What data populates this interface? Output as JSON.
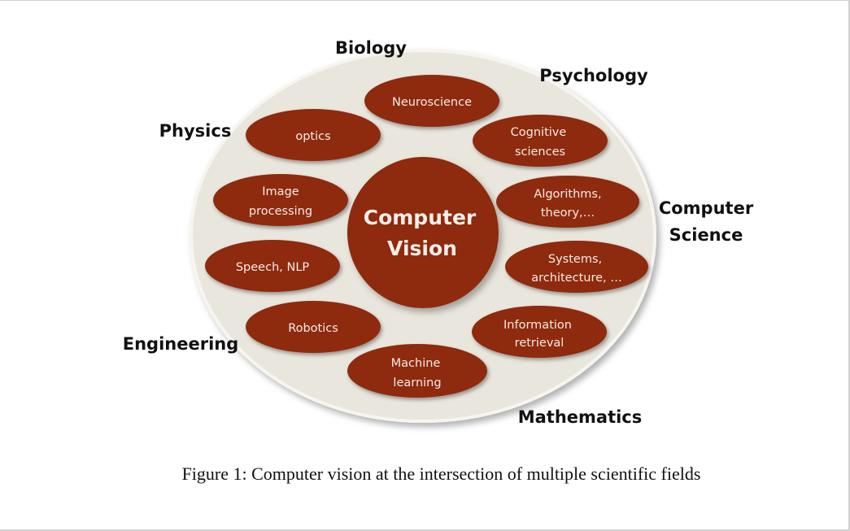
{
  "diagram": {
    "center": {
      "line1": "Computer",
      "line2": "Vision"
    },
    "fields": {
      "biology": "Biology",
      "psychology": "Psychology",
      "physics": "Physics",
      "computer_science_line1": "Computer",
      "computer_science_line2": "Science",
      "engineering": "Engineering",
      "mathematics": "Mathematics"
    },
    "bubbles": {
      "neuroscience": {
        "line1": "Neuroscience"
      },
      "optics": {
        "line1": "optics"
      },
      "cognitive": {
        "line1": "Cognitive",
        "line2": "sciences"
      },
      "image_processing": {
        "line1": "Image",
        "line2": "processing"
      },
      "algorithms": {
        "line1": "Algorithms,",
        "line2": "theory,…"
      },
      "speech": {
        "line1": "Speech, NLP"
      },
      "systems": {
        "line1": "Systems,",
        "line2": "architecture, …"
      },
      "robotics": {
        "line1": "Robotics"
      },
      "information_retrieval": {
        "line1": "Information",
        "line2": "retrieval"
      },
      "machine_learning": {
        "line1": "Machine",
        "line2": "learning"
      }
    },
    "colors": {
      "bubble_fill": "#8e2a10",
      "outer_ellipse_fill": "#e9e6dd",
      "label_color": "#111111"
    }
  },
  "caption": "Figure 1: Computer vision at the intersection of multiple scientific fields"
}
